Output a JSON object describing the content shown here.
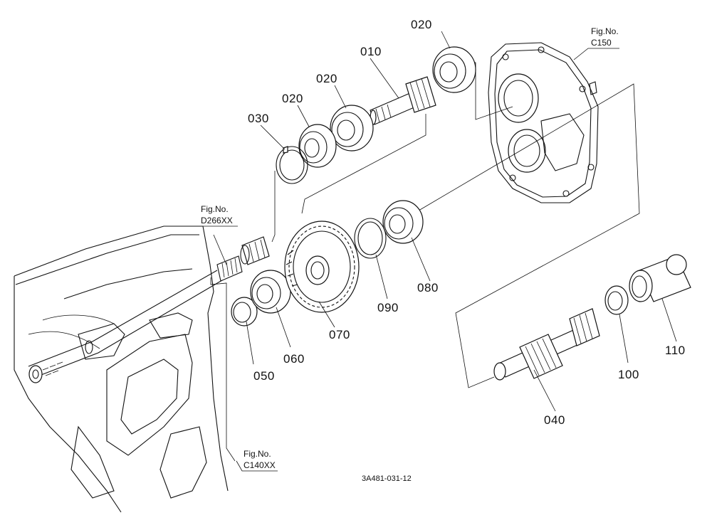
{
  "labels": {
    "p010": "010",
    "p020a": "020",
    "p020b": "020",
    "p020c": "020",
    "p030": "030",
    "p040": "040",
    "p050": "050",
    "p060": "060",
    "p070": "070",
    "p080": "080",
    "p090": "090",
    "p100": "100",
    "p110": "110"
  },
  "fig_refs": {
    "c150": {
      "line1": "Fig.No.",
      "line2": "C150"
    },
    "d266xx": {
      "line1": "Fig.No.",
      "line2": "D266XX"
    },
    "c140xx": {
      "line1": "Fig.No.",
      "line2": "C140XX"
    }
  },
  "drawing_id": "3A481-031-12"
}
